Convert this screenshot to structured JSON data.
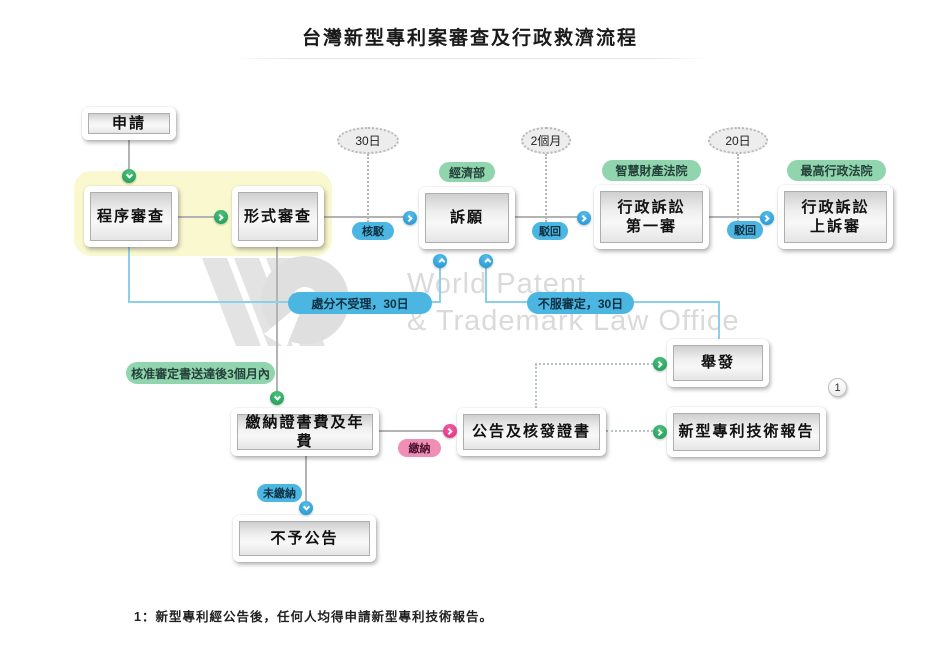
{
  "title": "台灣新型專利案審查及行政救濟流程",
  "watermark": {
    "line1": "World Patent",
    "line2": "& Trademark Law Office"
  },
  "nodes": {
    "apply": "申請",
    "procedural_exam": "程序審查",
    "formal_exam": "形式審查",
    "appeal": "訴願",
    "admin_lit_first_line1": "行政訴訟",
    "admin_lit_first_line2": "第一審",
    "admin_lit_appeal_line1": "行政訴訟",
    "admin_lit_appeal_line2": "上訴審",
    "pay_cert_fee": "繳納證書費及年費",
    "publish_and_issue": "公告及核發證書",
    "invalidation": "舉發",
    "tech_report": "新型專利技術報告",
    "no_publication": "不予公告"
  },
  "agency_labels": {
    "moea": "經濟部",
    "ip_court": "智慧財產法院",
    "supreme_admin_court": "最高行政法院"
  },
  "time_bubbles": {
    "days30": "30日",
    "months2": "2個月",
    "days20": "20日"
  },
  "edge_labels": {
    "rejected": "核駁",
    "dismissed_appeal": "駁回",
    "dismissed_first": "駁回",
    "not_accepted_30d": "處分不受理，30日",
    "disagree_decision_30d": "不服審定，30日",
    "within_3_months": "核准審定書送達後3個月內",
    "paid": "繳納",
    "not_paid": "未繳納"
  },
  "reference": {
    "marker": "1"
  },
  "footnote": "1：新型專利經公告後，任何人均得申請新型專利技術報告。",
  "colors": {
    "green_label": "#90d5ad",
    "blue_label": "#4cb6e2",
    "pink_label": "#f08fb6",
    "green_arrow": "#1d9a52",
    "blue_arrow": "#1f93cd",
    "pink_arrow": "#dd2f84",
    "highlight_yellow": "#f9f8cf",
    "line_gray": "#b3b3b3",
    "line_blue": "#8ccfeb"
  }
}
